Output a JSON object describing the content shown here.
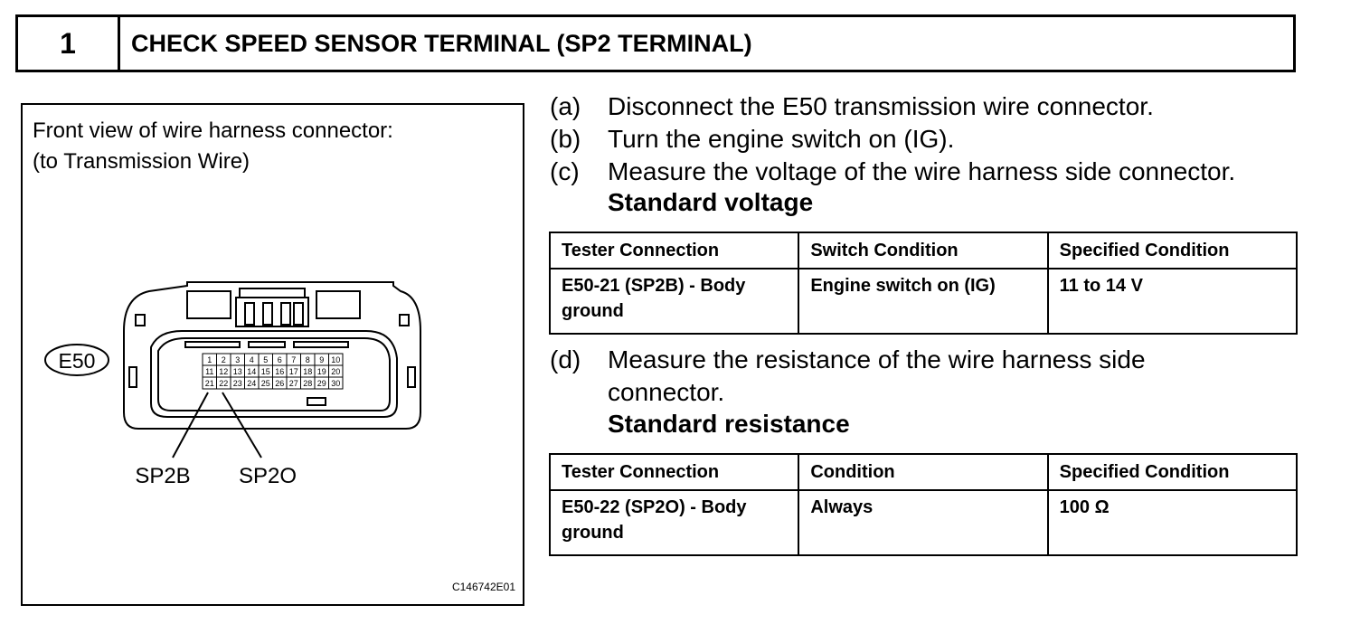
{
  "header": {
    "step_number": "1",
    "title": "CHECK SPEED SENSOR TERMINAL (SP2 TERMINAL)"
  },
  "figure": {
    "caption_line1": "Front view of wire harness connector:",
    "caption_line2": "(to Transmission Wire)",
    "connector_label": "E50",
    "pins_row1": [
      "1",
      "2",
      "3",
      "4",
      "5",
      "6",
      "7",
      "8",
      "9",
      "10"
    ],
    "pins_row2": [
      "11",
      "12",
      "13",
      "14",
      "15",
      "16",
      "17",
      "18",
      "19",
      "20"
    ],
    "pins_row3": [
      "21",
      "22",
      "23",
      "24",
      "25",
      "26",
      "27",
      "28",
      "29",
      "30"
    ],
    "callout_left": "SP2B",
    "callout_right": "SP2O",
    "figure_code": "C146742E01"
  },
  "steps": {
    "a": {
      "letter": "(a)",
      "text": "Disconnect the E50 transmission wire connector."
    },
    "b": {
      "letter": "(b)",
      "text": "Turn the engine switch on (IG)."
    },
    "c": {
      "letter": "(c)",
      "text": "Measure the voltage of the wire harness side connector."
    },
    "d": {
      "letter": "(d)",
      "text_line1": "Measure the resistance of the wire harness side",
      "text_line2": "connector."
    }
  },
  "voltage": {
    "heading": "Standard voltage",
    "headers": [
      "Tester Connection",
      "Switch Condition",
      "Specified Condition"
    ],
    "row": [
      "E50-21 (SP2B) - Body ground",
      "Engine switch on (IG)",
      "11 to 14 V"
    ]
  },
  "resistance": {
    "heading": "Standard resistance",
    "headers": [
      "Tester Connection",
      "Condition",
      "Specified Condition"
    ],
    "row": [
      "E50-22 (SP2O) - Body ground",
      "Always",
      "100 Ω"
    ]
  }
}
